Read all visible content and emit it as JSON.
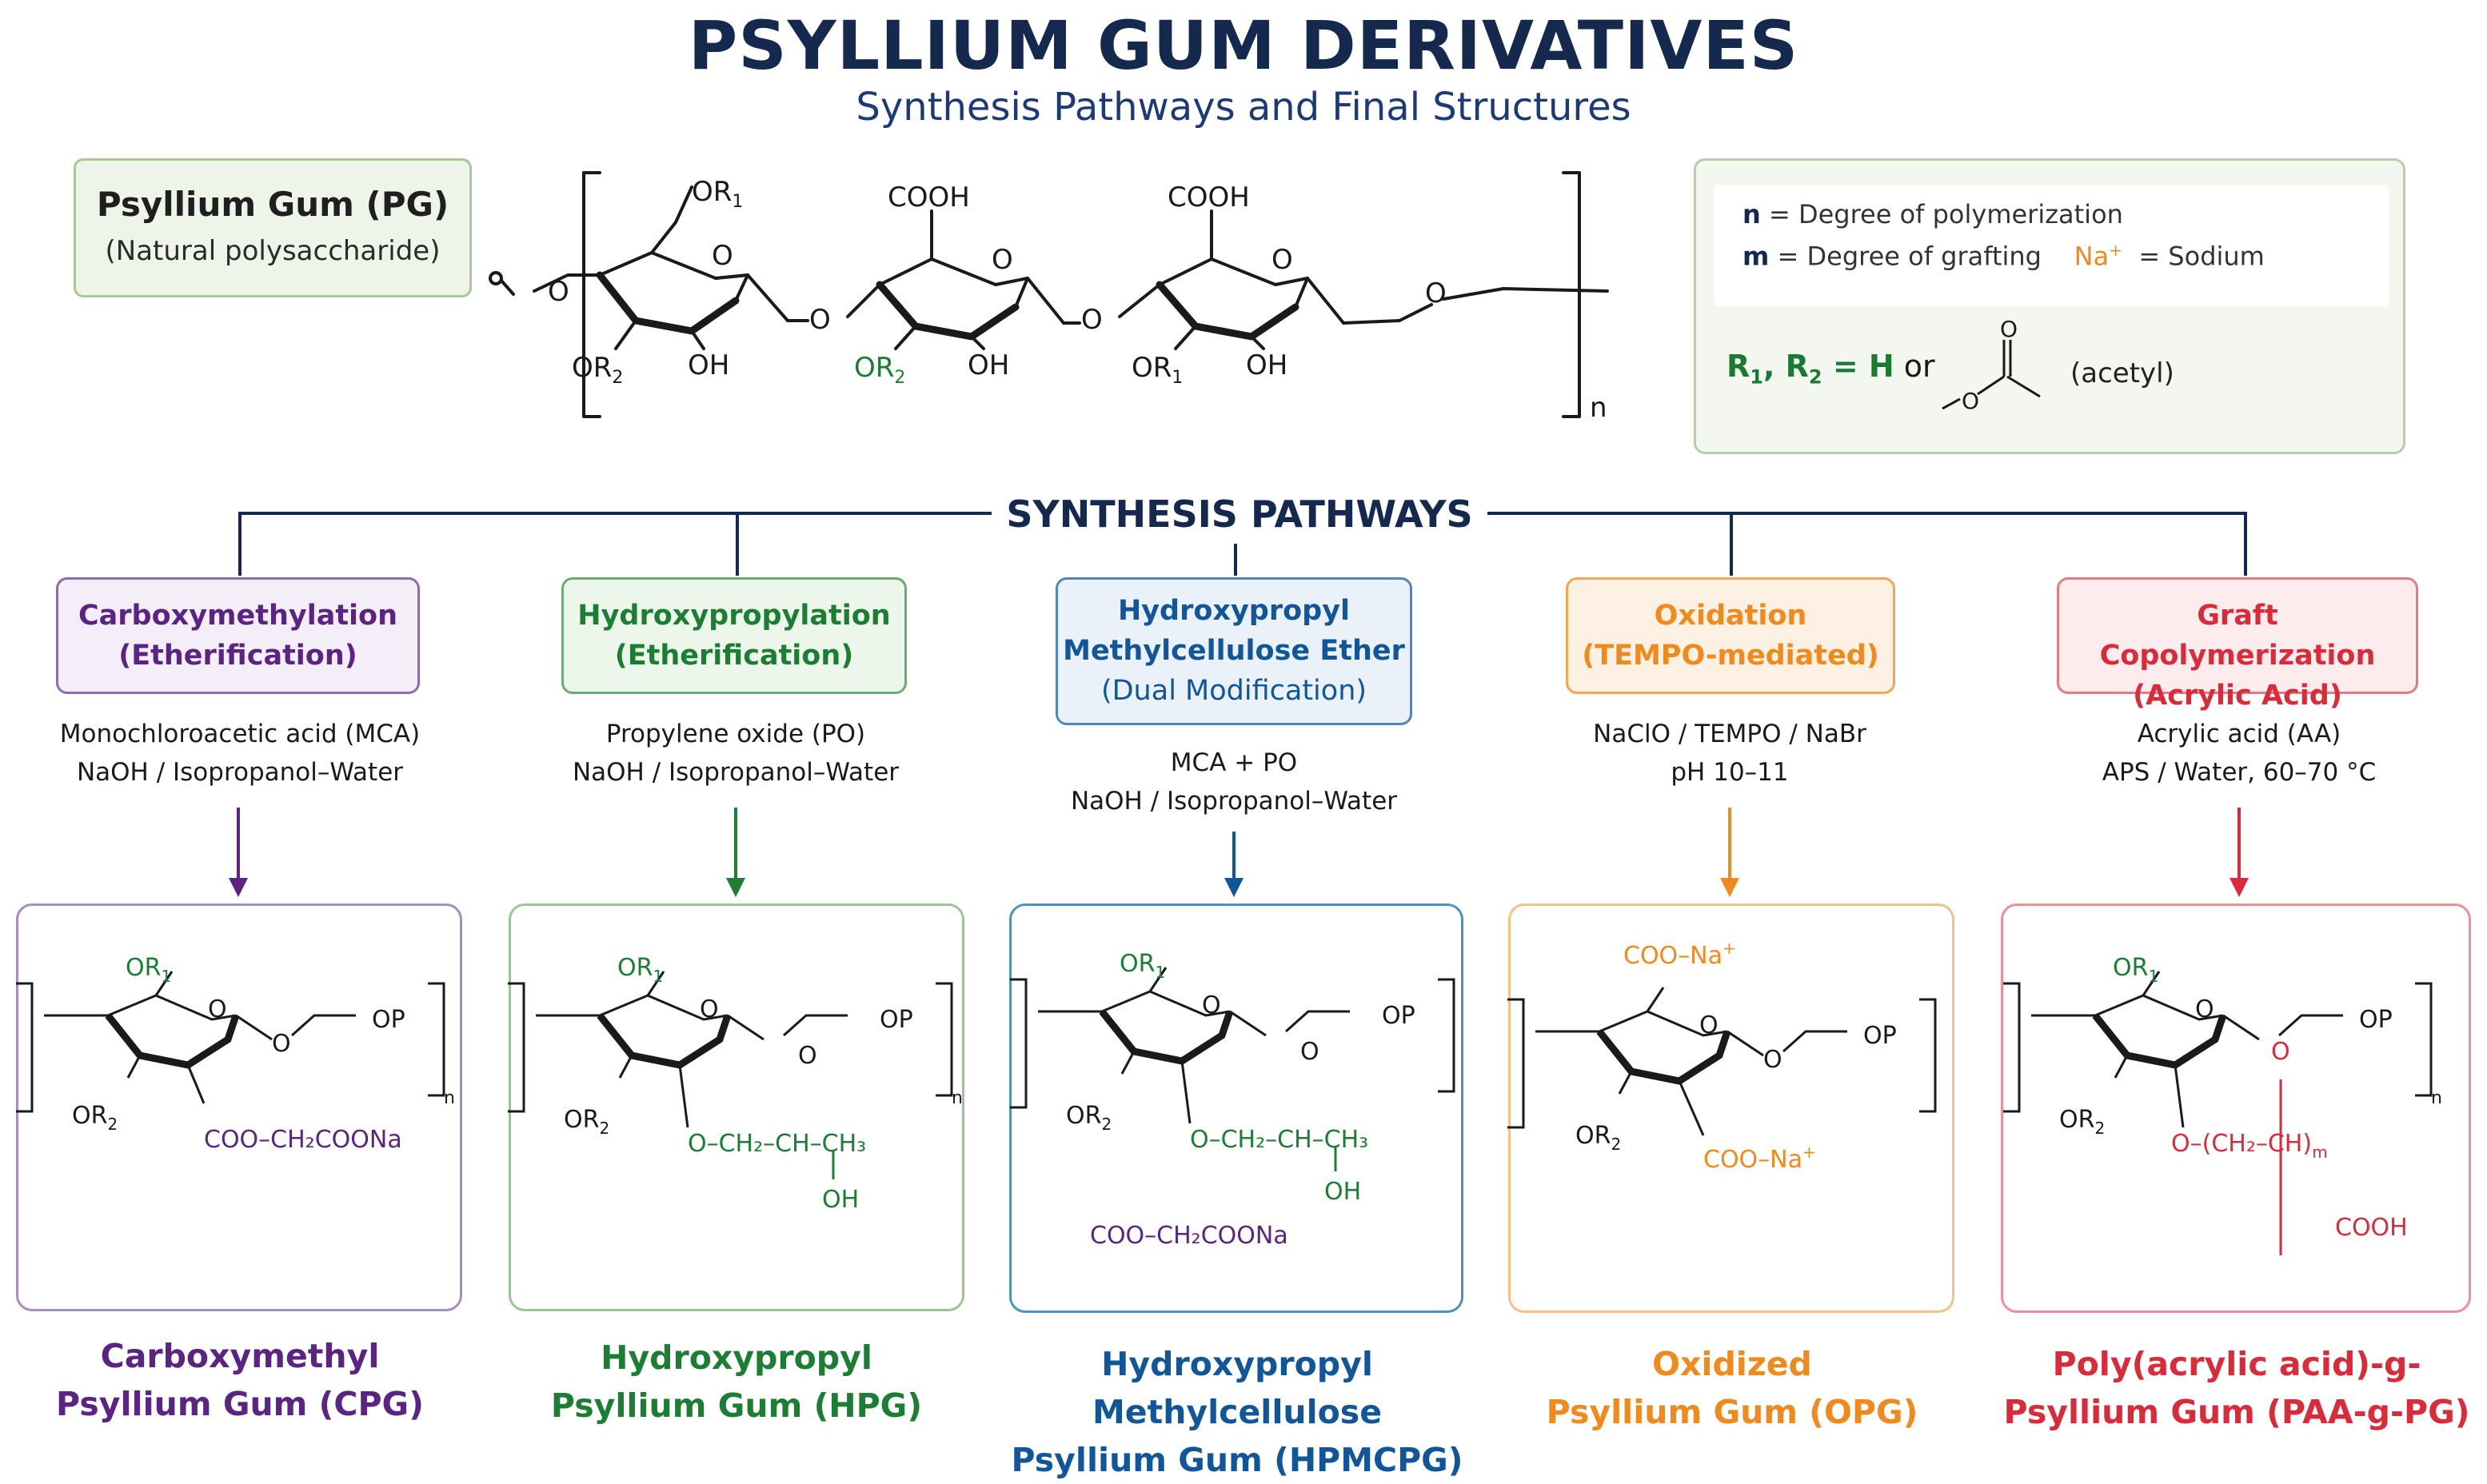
{
  "title": "PSYLLIUM GUM DERIVATIVES",
  "subtitle": "Synthesis Pathways and Final Structures",
  "source": {
    "name": "Psyllium Gum (PG)",
    "description": "(Natural polysaccharide)",
    "labels": {
      "or1": "OR",
      "sub1": "1",
      "or2": "OR",
      "sub2": "2",
      "cooh": "COOH",
      "oh": "OH",
      "o": "O",
      "n": "n"
    }
  },
  "legend": {
    "n_symbol": "n",
    "n_text": "= Degree of polymerization",
    "m_symbol": "m",
    "m_text": "= Degree of grafting",
    "na_symbol": "Na",
    "na_sup": "+",
    "na_text": "= Sodium",
    "r_text": "R",
    "r_sub1": "1",
    "r_sep": ", R",
    "r_sub2": "2",
    "r_eq": " = H",
    "r_or": " or",
    "acetyl": "(acetyl)"
  },
  "pathways_label": "SYNTHESIS PATHWAYS",
  "colors": {
    "navy": "#15294f",
    "purple": "#5b2483",
    "green": "#1b7e33",
    "blue": "#12569a",
    "orange": "#f08a1c",
    "red": "#d92b3a"
  },
  "pathways": [
    {
      "method_line1": "Carboxymethylation",
      "method_line2": "(Etherification)",
      "reagents_line1": "Monochloroacetic acid (MCA)",
      "reagents_line2": "NaOH / Isopropanol–Water",
      "product_line1": "Carboxymethyl",
      "product_line2": "Psyllium Gum (CPG)",
      "substituent": "COO–CH₂COONa",
      "color": "#5b2483"
    },
    {
      "method_line1": "Hydroxypropylation",
      "method_line2": "(Etherification)",
      "reagents_line1": "Propylene oxide (PO)",
      "reagents_line2": "NaOH / Isopropanol–Water",
      "product_line1": "Hydroxypropyl",
      "product_line2": "Psyllium Gum (HPG)",
      "substituent": "O–CH₂–CH–CH₃",
      "substituent_oh": "OH",
      "color": "#1b7e33"
    },
    {
      "method_line1": "Hydroxypropyl",
      "method_line2": "Methylcellulose Ether",
      "method_line3": "(Dual Modification)",
      "reagents_line1": "MCA + PO",
      "reagents_line2": "NaOH / Isopropanol–Water",
      "product_line1": "Hydroxypropyl Methylcellulose",
      "product_line2": "Psyllium Gum (HPMCPG)",
      "substituent": "O–CH₂–CH–CH₃",
      "substituent_oh": "OH",
      "substituent2": "COO–CH₂COONa",
      "color": "#12569a"
    },
    {
      "method_line1": "Oxidation",
      "method_line2": "(TEMPO-mediated)",
      "reagents_line1": "NaClO / TEMPO / NaBr",
      "reagents_line2": "pH 10–11",
      "product_line1": "Oxidized",
      "product_line2": "Psyllium Gum (OPG)",
      "substituent": "COO–Na",
      "substituent_sup": "+",
      "color": "#f08a1c"
    },
    {
      "method_line1": "Graft Copolymerization",
      "method_line2": "(Acrylic Acid)",
      "reagents_line1": "Acrylic acid (AA)",
      "reagents_line2": "APS / Water, 60–70 °C",
      "product_line1": "Poly(acrylic acid)-g-",
      "product_line2": "Psyllium Gum (PAA-g-PG)",
      "substituent": "O–(CH₂–CH)",
      "substituent_m": "m",
      "substituent_cooh": "COOH",
      "color": "#d92b3a"
    }
  ],
  "ring_labels": {
    "or1": "OR",
    "sub1": "1",
    "or2": "OR",
    "sub2": "2",
    "o": "O",
    "op": "OP",
    "n": "n"
  }
}
